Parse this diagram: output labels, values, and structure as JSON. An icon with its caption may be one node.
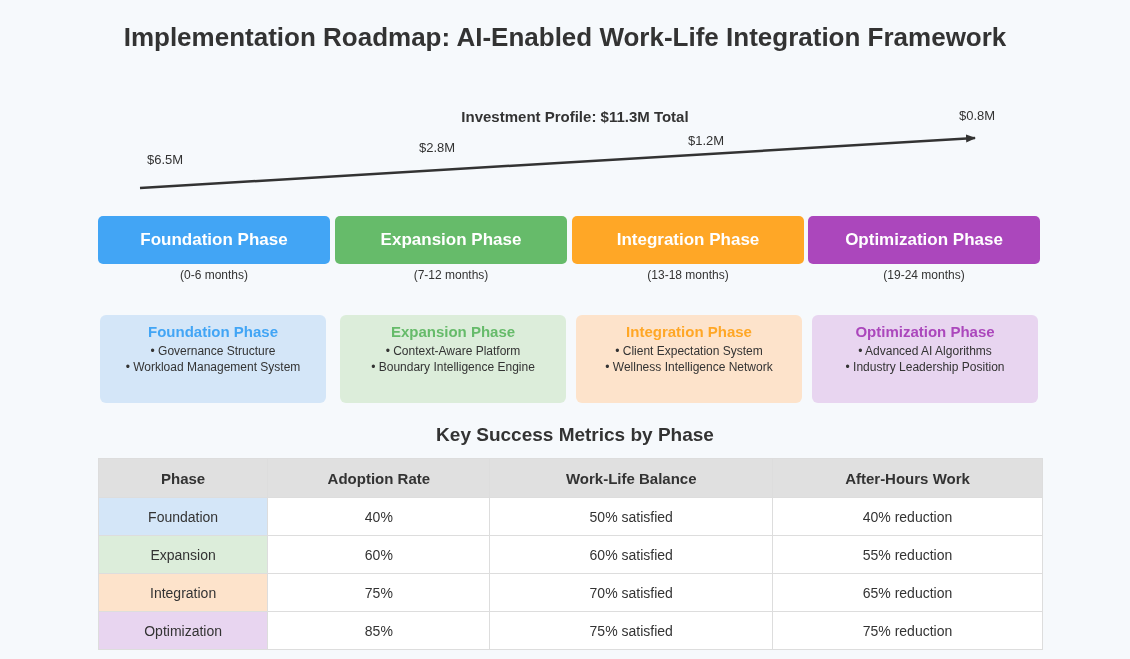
{
  "diagram": {
    "title": "Implementation Roadmap: AI-Enabled Work-Life Integration Framework",
    "nodes": [
      {
        "text": [
          "Foundation Phase"
        ],
        "beside": [
          "(0-6 months)"
        ]
      },
      {
        "text": [
          "Expansion Phase"
        ],
        "beside": [
          "(7-12 months)"
        ]
      },
      {
        "text": [
          "Integration Phase"
        ],
        "beside": [
          "(13-18 months)"
        ]
      },
      {
        "text": [
          "Optimization Phase"
        ],
        "beside": [
          "(19-24 months)"
        ]
      },
      {
        "text": [
          "Foundation Phase",
          "• Governance Structure",
          "• Workload Management System"
        ]
      },
      {
        "text": [
          "Expansion Phase",
          "• Context-Aware Platform",
          "• Boundary Intelligence Engine"
        ]
      },
      {
        "text": [
          "Integration Phase",
          "• Client Expectation System",
          "• Wellness Intelligence Network"
        ]
      },
      {
        "text": [
          "Optimization Phase",
          "• Advanced AI Algorithms",
          "• Industry Leadership Position"
        ]
      }
    ],
    "labels": [
      "Investment Profile: $11.3M Total",
      "$6.5M",
      "$2.8M",
      "$1.2M",
      "$0.8M",
      "Key Success Metrics by Phase",
      "Phase",
      "Adoption Rate",
      "Work-Life Balance",
      "After-Hours Work",
      "Foundation",
      "40%",
      "50% satisfied",
      "40% reduction",
      "Expansion",
      "60%",
      "60% satisfied",
      "55% reduction",
      "Integration",
      "75%",
      "70% satisfied",
      "65% reduction",
      "Optimization",
      "85%",
      "75% satisfied",
      "75% reduction"
    ]
  }
}
